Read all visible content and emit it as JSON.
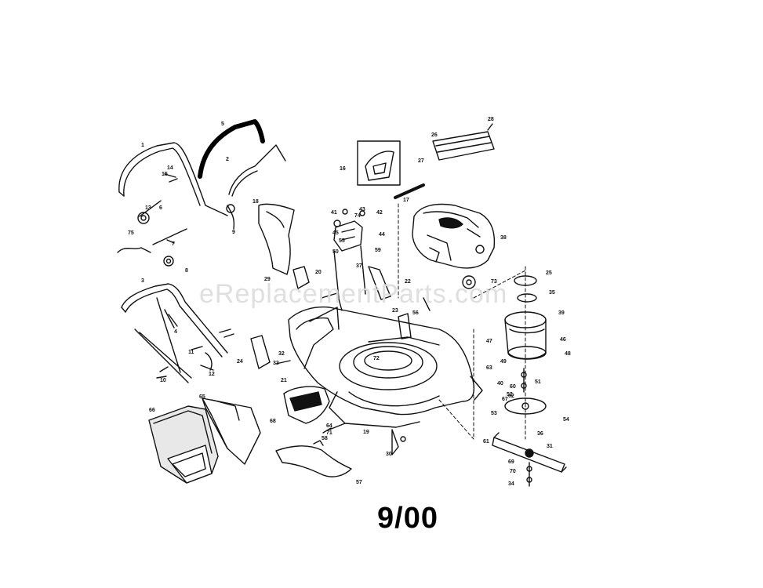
{
  "diagram": {
    "date_code": "9/00",
    "watermark": "eReplacementParts.com",
    "part_labels": [
      {
        "id": "p1",
        "text": "1"
      },
      {
        "id": "p2",
        "text": "2"
      },
      {
        "id": "p3",
        "text": "3"
      },
      {
        "id": "p4",
        "text": "4"
      },
      {
        "id": "p5",
        "text": "5"
      },
      {
        "id": "p6",
        "text": "6"
      },
      {
        "id": "p7",
        "text": "7"
      },
      {
        "id": "p8",
        "text": "8"
      },
      {
        "id": "p9",
        "text": "9"
      },
      {
        "id": "p10",
        "text": "10"
      },
      {
        "id": "p11",
        "text": "11"
      },
      {
        "id": "p12",
        "text": "12"
      },
      {
        "id": "p13",
        "text": "13"
      },
      {
        "id": "p14",
        "text": "14"
      },
      {
        "id": "p15",
        "text": "15"
      },
      {
        "id": "p16",
        "text": "16"
      },
      {
        "id": "p17",
        "text": "17"
      },
      {
        "id": "p18",
        "text": "18"
      },
      {
        "id": "p19",
        "text": "19"
      },
      {
        "id": "p20",
        "text": "20"
      },
      {
        "id": "p21",
        "text": "21"
      },
      {
        "id": "p22",
        "text": "22"
      },
      {
        "id": "p23",
        "text": "23"
      },
      {
        "id": "p24",
        "text": "24"
      },
      {
        "id": "p25",
        "text": "25"
      },
      {
        "id": "p26",
        "text": "26"
      },
      {
        "id": "p27",
        "text": "27"
      },
      {
        "id": "p28",
        "text": "28"
      },
      {
        "id": "p29",
        "text": "29"
      },
      {
        "id": "p30",
        "text": "30"
      },
      {
        "id": "p31",
        "text": "31"
      },
      {
        "id": "p32",
        "text": "32"
      },
      {
        "id": "p33",
        "text": "33"
      },
      {
        "id": "p34",
        "text": "34"
      },
      {
        "id": "p35",
        "text": "35"
      },
      {
        "id": "p36",
        "text": "36"
      },
      {
        "id": "p37",
        "text": "37"
      },
      {
        "id": "p38",
        "text": "38"
      },
      {
        "id": "p39",
        "text": "39"
      },
      {
        "id": "p40",
        "text": "40"
      },
      {
        "id": "p41",
        "text": "41"
      },
      {
        "id": "p42",
        "text": "42"
      },
      {
        "id": "p43",
        "text": "43"
      },
      {
        "id": "p44",
        "text": "44"
      },
      {
        "id": "p45",
        "text": "45"
      },
      {
        "id": "p46",
        "text": "46"
      },
      {
        "id": "p47",
        "text": "47"
      },
      {
        "id": "p48",
        "text": "48"
      },
      {
        "id": "p49",
        "text": "49"
      },
      {
        "id": "p50",
        "text": "50"
      },
      {
        "id": "p51",
        "text": "51"
      },
      {
        "id": "p52",
        "text": "52"
      },
      {
        "id": "p53",
        "text": "53"
      },
      {
        "id": "p54",
        "text": "54"
      },
      {
        "id": "p55",
        "text": "55"
      },
      {
        "id": "p56",
        "text": "56"
      },
      {
        "id": "p57",
        "text": "57"
      },
      {
        "id": "p58",
        "text": "58"
      },
      {
        "id": "p59",
        "text": "59"
      },
      {
        "id": "p60",
        "text": "60"
      },
      {
        "id": "p61",
        "text": "61"
      },
      {
        "id": "p62",
        "text": "62"
      },
      {
        "id": "p63",
        "text": "63"
      },
      {
        "id": "p64",
        "text": "64"
      },
      {
        "id": "p65",
        "text": "65"
      },
      {
        "id": "p66",
        "text": "66"
      },
      {
        "id": "p67",
        "text": "67"
      },
      {
        "id": "p68",
        "text": "68"
      },
      {
        "id": "p69",
        "text": "69"
      },
      {
        "id": "p70",
        "text": "70"
      },
      {
        "id": "p71",
        "text": "71"
      },
      {
        "id": "p72",
        "text": "72"
      },
      {
        "id": "p73",
        "text": "73"
      },
      {
        "id": "p74",
        "text": "74"
      },
      {
        "id": "p75",
        "text": "75"
      }
    ]
  }
}
